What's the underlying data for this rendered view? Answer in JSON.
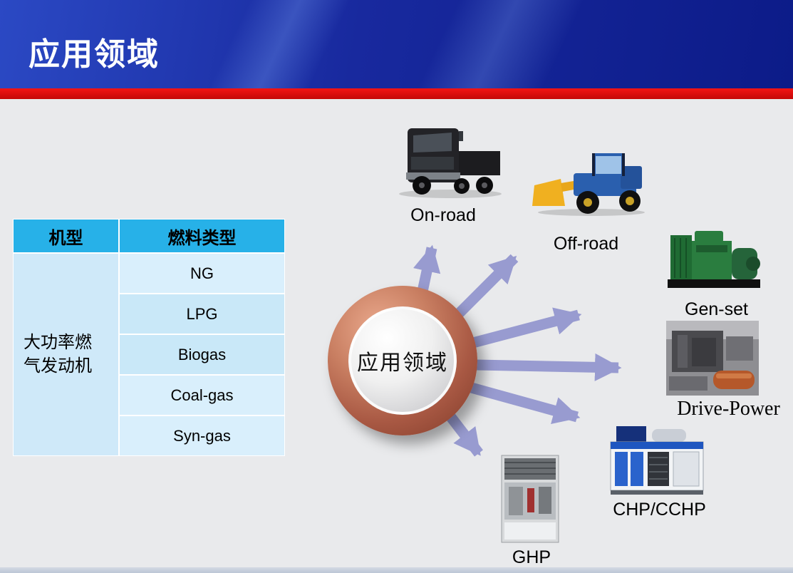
{
  "slide": {
    "title": "应用领域"
  },
  "table": {
    "headers": [
      "机型",
      "燃料类型"
    ],
    "engine_type": "大功率燃气发动机",
    "fuels": [
      "NG",
      "LPG",
      "Biogas",
      "Coal-gas",
      "Syn-gas"
    ]
  },
  "hub": {
    "label": "应用领域"
  },
  "applications": {
    "on_road": "On-road",
    "off_road": "Off-road",
    "gen_set": "Gen-set",
    "drive_power": "Drive-Power",
    "chp": "CHP/CCHP",
    "ghp": "GHP"
  },
  "images": {
    "on_road": "truck-image",
    "off_road": "wheel-loader-image",
    "gen_set": "generator-image",
    "drive_power": "industrial-engine-image",
    "chp": "chp-unit-image",
    "ghp": "ghp-unit-image"
  },
  "colors": {
    "header_blue": "#18299e",
    "accent_red": "#e31212",
    "table_header_bg": "#27b1e8",
    "table_cell_bg": "#d4ecfa",
    "arrow": "#989bd0",
    "hub_ring": "#a85843"
  }
}
